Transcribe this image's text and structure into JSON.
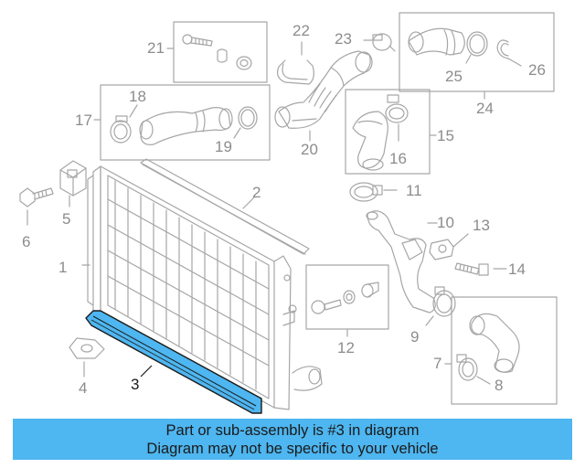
{
  "callouts": {
    "c1": "1",
    "c2": "2",
    "c3": "3",
    "c4": "4",
    "c5": "5",
    "c6": "6",
    "c7": "7",
    "c8": "8",
    "c9": "9",
    "c10": "10",
    "c11": "11",
    "c12": "12",
    "c13": "13",
    "c14": "14",
    "c15": "15",
    "c16": "16",
    "c17": "17",
    "c18": "18",
    "c19": "19",
    "c20": "20",
    "c21": "21",
    "c22": "22",
    "c23": "23",
    "c24": "24",
    "c25": "25",
    "c26": "26"
  },
  "highlighted_part": "3",
  "banner": {
    "line1": "Part or sub-assembly is #3 in diagram",
    "line2": "Diagram may not be specific to your vehicle"
  },
  "colors": {
    "line_art": "#a6a6a6",
    "highlight_fill": "#4eb6f0",
    "highlight_outline": "#1a1a1a",
    "banner_bg": "#4eb6f0"
  }
}
